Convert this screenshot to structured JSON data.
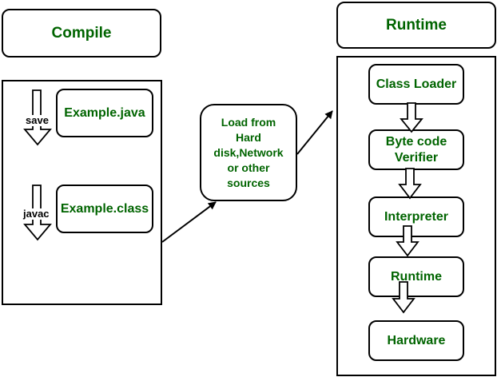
{
  "compile": {
    "title": "Compile",
    "save_label": "save",
    "javac_label": "javac",
    "example_java": "Example.java",
    "example_class": "Example.class"
  },
  "loader_note": {
    "lines": [
      "Load from",
      "Hard",
      "disk,Network",
      "or other",
      "sources"
    ]
  },
  "runtime": {
    "title": "Runtime",
    "stages": [
      "Class Loader",
      "Byte code Verifier",
      "Interpreter",
      "Runtime",
      "Hardware"
    ]
  },
  "colors": {
    "text_green": "#006400",
    "stroke": "#000000",
    "background": "#ffffff"
  }
}
